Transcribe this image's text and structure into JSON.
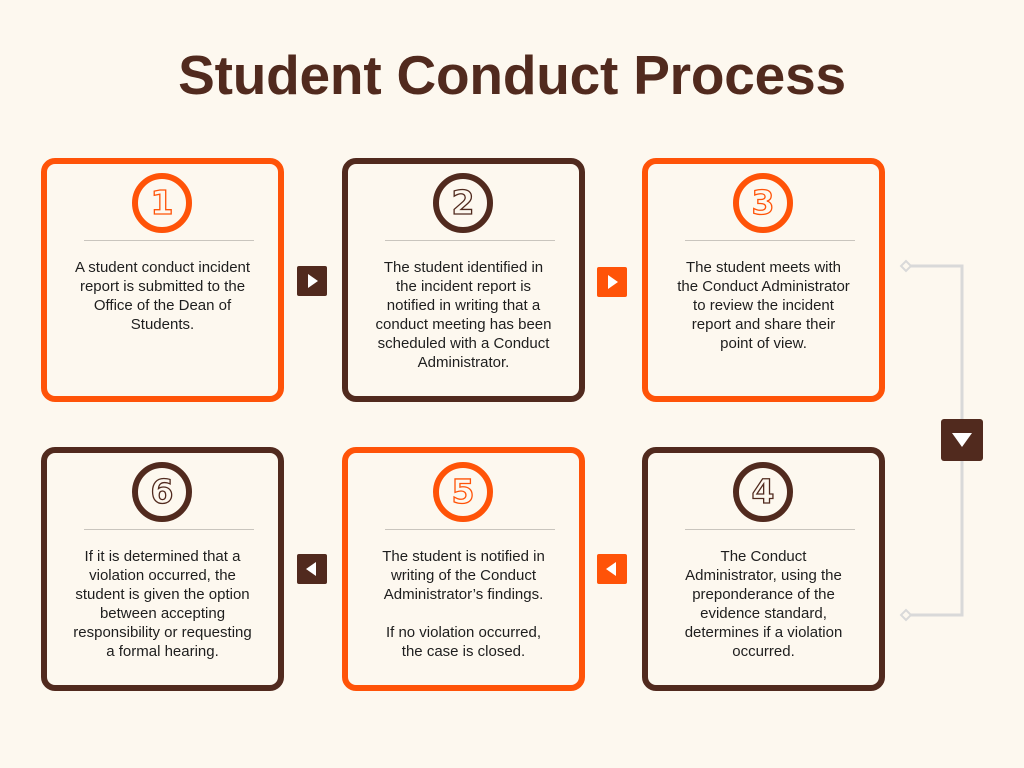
{
  "title": "Student Conduct Process",
  "colors": {
    "background": "#FDF8EF",
    "orange": "#FF5308",
    "brown": "#512A1E",
    "divider": "#C9C5BE",
    "connector": "#D9D9D9",
    "text": "#1E1E1E",
    "arrow_glyph": "#FFFFFF"
  },
  "steps": [
    {
      "number": "1",
      "accent": "orange",
      "text": "A student conduct incident\nreport is submitted to the\nOffice of the Dean of\nStudents."
    },
    {
      "number": "2",
      "accent": "brown",
      "text": "The student identified in\nthe incident report is\nnotified in writing that a\nconduct meeting has been\nscheduled with a Conduct\nAdministrator."
    },
    {
      "number": "3",
      "accent": "orange",
      "text": "The student meets with\nthe Conduct Administrator\nto review the incident\nreport and share their\npoint of view."
    },
    {
      "number": "4",
      "accent": "brown",
      "text": "The Conduct\nAdministrator, using the\npreponderance of the\nevidence standard,\ndetermines if a violation\noccurred."
    },
    {
      "number": "5",
      "accent": "orange",
      "text": "The student is notified in\nwriting of the Conduct\nAdministrator’s findings.\n\nIf no violation occurred,\nthe case is closed."
    },
    {
      "number": "6",
      "accent": "brown",
      "text": "If it is determined that a\nviolation occurred, the\nstudent is given the option\nbetween accepting\nresponsibility or requesting\na formal hearing."
    }
  ],
  "arrows": [
    {
      "from": "1",
      "to": "2",
      "direction": "right",
      "accent": "brown",
      "icon": "triangle-right-icon"
    },
    {
      "from": "2",
      "to": "3",
      "direction": "right",
      "accent": "orange",
      "icon": "triangle-right-icon"
    },
    {
      "from": "3",
      "to": "4",
      "direction": "down",
      "accent": "brown",
      "icon": "triangle-down-icon"
    },
    {
      "from": "4",
      "to": "5",
      "direction": "left",
      "accent": "orange",
      "icon": "triangle-left-icon"
    },
    {
      "from": "5",
      "to": "6",
      "direction": "left",
      "accent": "brown",
      "icon": "triangle-left-icon"
    }
  ]
}
